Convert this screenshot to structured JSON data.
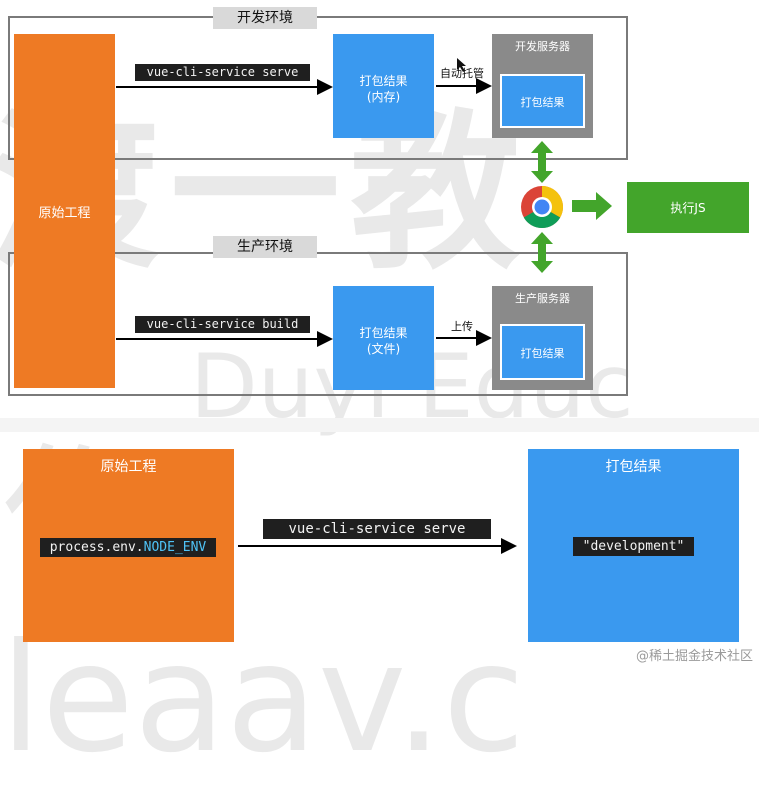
{
  "top": {
    "dev_env_label": "开发环境",
    "prod_env_label": "生产环境",
    "source_project_label": "原始工程",
    "dev_command": "vue-cli-service serve",
    "prod_command": "vue-cli-service build",
    "dev_bundle_label_line1": "打包结果",
    "dev_bundle_label_line2": "(内存)",
    "prod_bundle_label_line1": "打包结果",
    "prod_bundle_label_line2": "(文件)",
    "auto_host_label": "自动托管",
    "upload_label": "上传",
    "dev_server_label": "开发服务器",
    "prod_server_label": "生产服务器",
    "dev_server_bundle_label": "打包结果",
    "prod_server_bundle_label": "打包结果",
    "execute_js_label": "执行JS"
  },
  "bottom": {
    "source_project_label": "原始工程",
    "env_var_prefix": "process.env.",
    "env_var_name": "NODE_ENV",
    "command": "vue-cli-service serve",
    "bundle_label": "打包结果",
    "env_value": "\"development\""
  },
  "footer": {
    "watermark_text": "@稀土掘金技术社区"
  },
  "colors": {
    "orange": "#ee7a24",
    "blue": "#3a99ef",
    "green": "#43a52b",
    "gray": "#8a8a8a",
    "code_bg": "#1f1f1f",
    "env_var_name": "#4fc3f7"
  }
}
